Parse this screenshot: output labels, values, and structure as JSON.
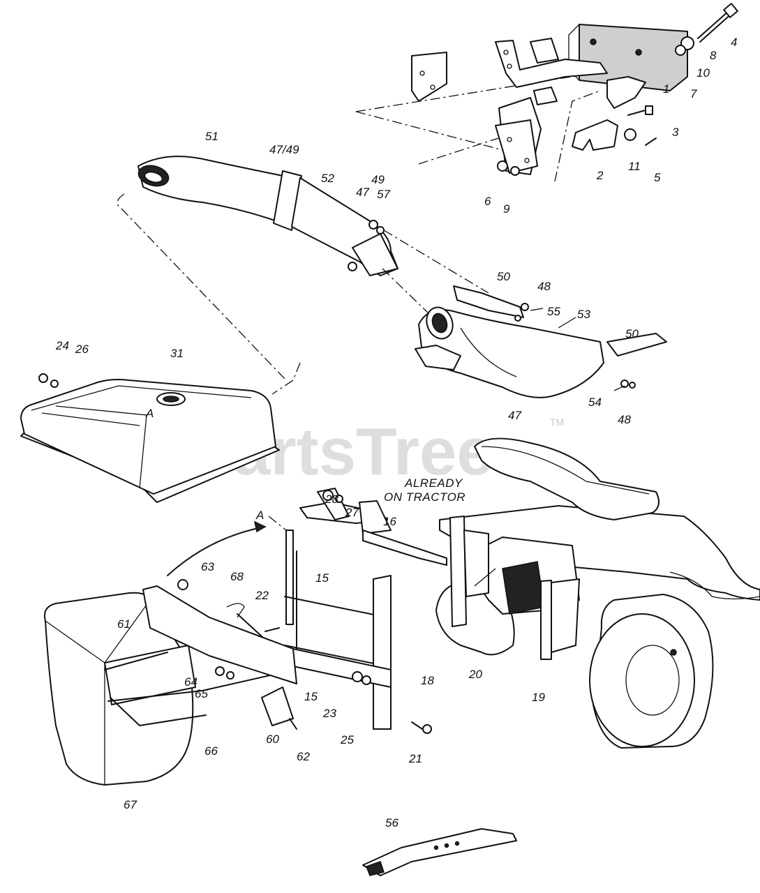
{
  "watermark": {
    "text": "PartsTree",
    "trademark": "TM"
  },
  "note": {
    "line1": "ALREADY",
    "line2": "ON TRACTOR"
  },
  "reference_marks": {
    "a_upper": "A",
    "a_lower": "A"
  },
  "callouts": {
    "p1": "1",
    "p2": "2",
    "p3": "3",
    "p4": "4",
    "p5": "5",
    "p6": "6",
    "p7": "7",
    "p8": "8",
    "p9": "9",
    "p10": "10",
    "p11": "11",
    "p15a": "15",
    "p15b": "15",
    "p16": "16",
    "p18": "18",
    "p19": "19",
    "p20": "20",
    "p21": "21",
    "p22": "22",
    "p23": "23",
    "p24": "24",
    "p25": "25",
    "p26": "26",
    "p27": "27",
    "p28": "28",
    "p31": "31",
    "p47a": "47/49",
    "p47b": "47",
    "p47c": "47",
    "p48a": "48",
    "p48b": "48",
    "p49": "49",
    "p50a": "50",
    "p50b": "50",
    "p51": "51",
    "p52": "52",
    "p53": "53",
    "p54": "54",
    "p55": "55",
    "p56": "56",
    "p57": "57",
    "p60": "60",
    "p61": "61",
    "p62": "62",
    "p63": "63",
    "p64": "64",
    "p65": "65",
    "p66": "66",
    "p67": "67",
    "p68": "68"
  }
}
